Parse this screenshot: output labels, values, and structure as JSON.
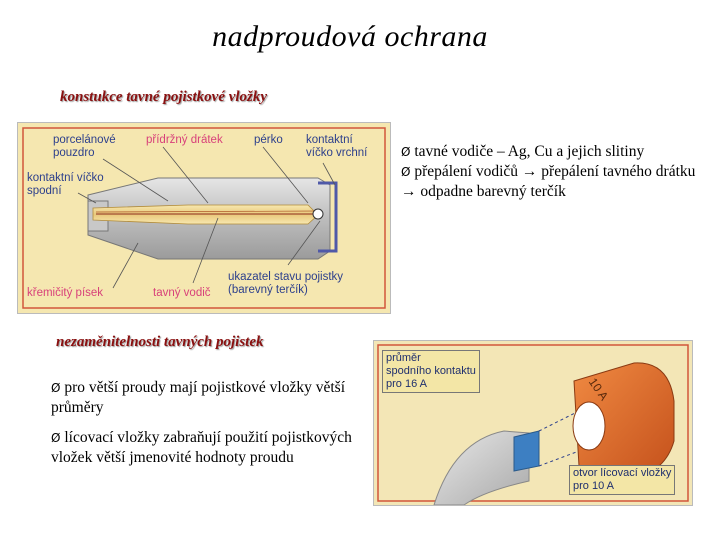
{
  "title": "nadproudová ochrana",
  "section1": {
    "heading": "konstukce tavné pojistkové vložky",
    "bullets": [
      "tavné vodiče – Ag, Cu a jejich slitiny",
      "přepálení vodičů → přepálení tavného drátku → odpadne barevný terčík"
    ],
    "figure_labels": {
      "porcelain": [
        "porcelánové",
        "pouzdro"
      ],
      "holding_wire": "přídržný drátek",
      "spring": "pérko",
      "top_cap": [
        "kontaktní",
        "víčko vrchní"
      ],
      "bottom_cap": [
        "kontaktní víčko",
        "spodní"
      ],
      "indicator": [
        "ukazatel stavu pojistky",
        "(barevný terčík)"
      ],
      "sand": "křemičitý písek",
      "fuse_wire": "tavný vodič"
    }
  },
  "section2": {
    "heading": "nezaměnitelnosti tavných pojistek",
    "bullets": [
      "pro větší proudy mají pojistkové vložky větší průměry",
      "lícovací vložky zabraňují použití pojistkových vložek větší jmenovité hodnoty proudu"
    ],
    "figure_labels": {
      "contact_diameter": [
        "průměr",
        "spodního kontaktu",
        "pro 16 A"
      ],
      "ring_marking": "10 A",
      "gauge_hole": [
        "otvor lícovací vložky",
        "pro 10 A"
      ]
    }
  },
  "bullet_glyph": "Ø",
  "colors": {
    "heading": "#8a1010",
    "figure_bg": "#f5e7b0",
    "label_blue": "#2c3f8c",
    "label_pink": "#d8417a",
    "ring": "#d8672b"
  }
}
